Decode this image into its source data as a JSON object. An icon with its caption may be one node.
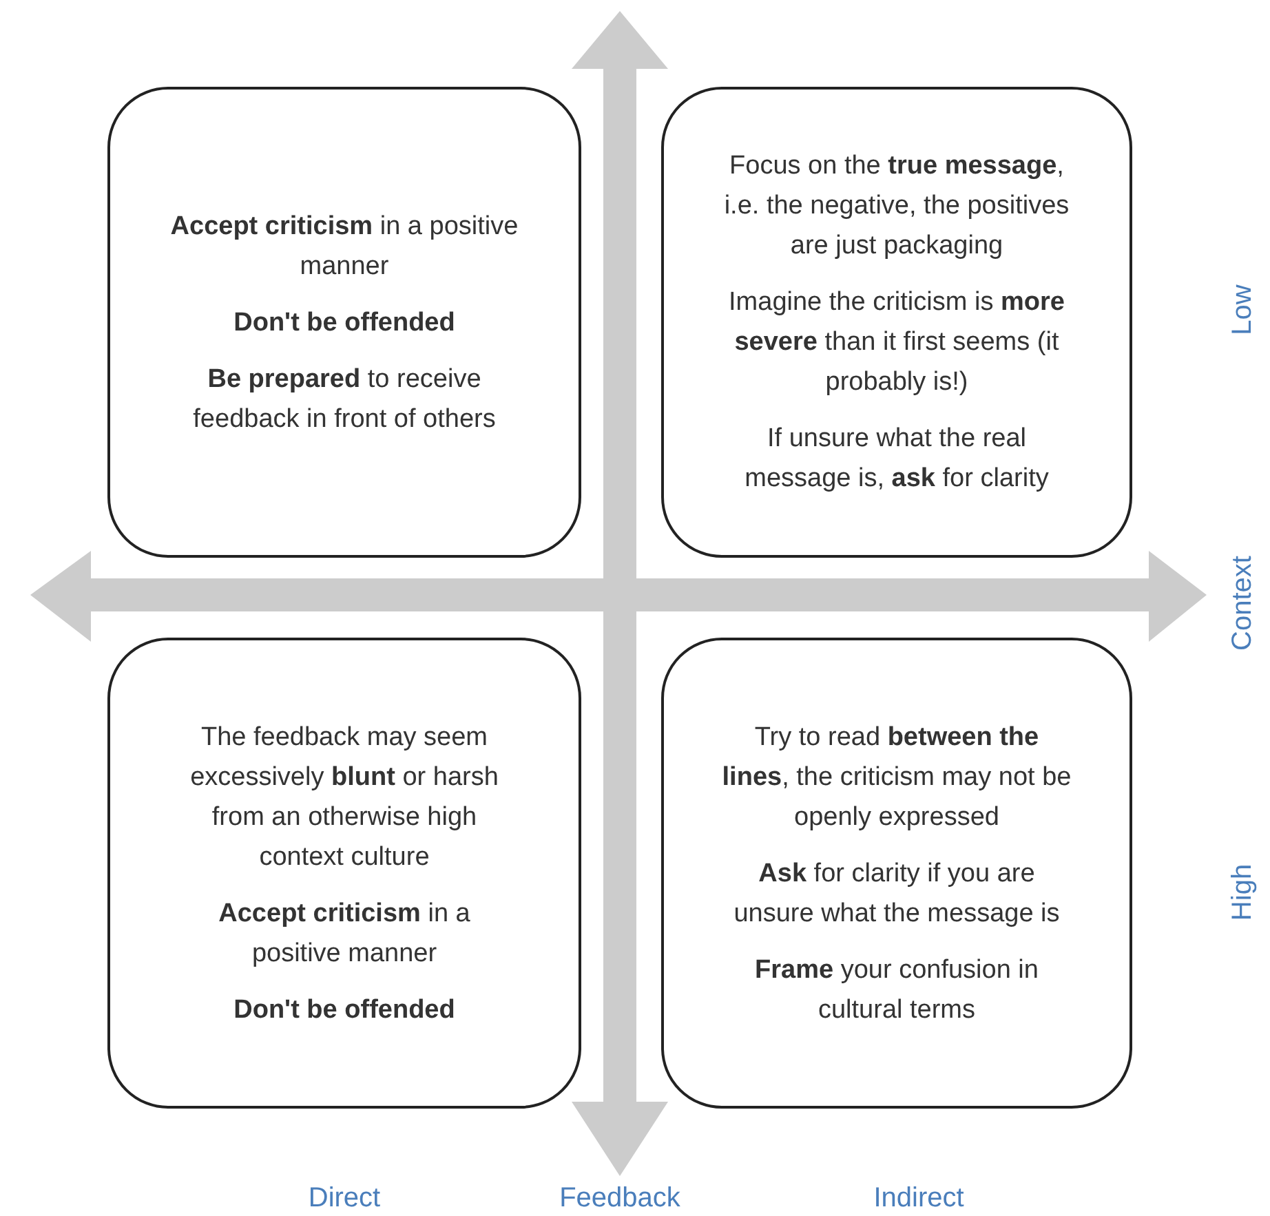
{
  "diagram": {
    "nodes": [
      {
        "text": [
          "**Accept criticism** in a positive manner",
          "Don't be offended",
          "**Be prepared** to receive feedback in front of others"
        ]
      },
      {
        "text": [
          "Focus on the **true message**, i.e. the negative, the positives are just packaging",
          "Imagine the criticism is **more severe** than it first seems (it probably is!)",
          "If unsure what the real message is, **ask** for clarity"
        ]
      },
      {
        "text": [
          "The feedback may seem excessively **blunt** or harsh from an otherwise high context culture",
          "**Accept criticism** in a positive manner",
          "Don't be offended"
        ]
      },
      {
        "text": [
          "Try to read **between the lines**, the criticism may not be openly expressed",
          "**Ask** for clarity if you are unsure what the message is",
          "**Frame** your confusion in cultural terms"
        ]
      }
    ],
    "labels": [
      "Low",
      "Context",
      "High",
      "Direct",
      "Feedback",
      "Indirect"
    ]
  }
}
